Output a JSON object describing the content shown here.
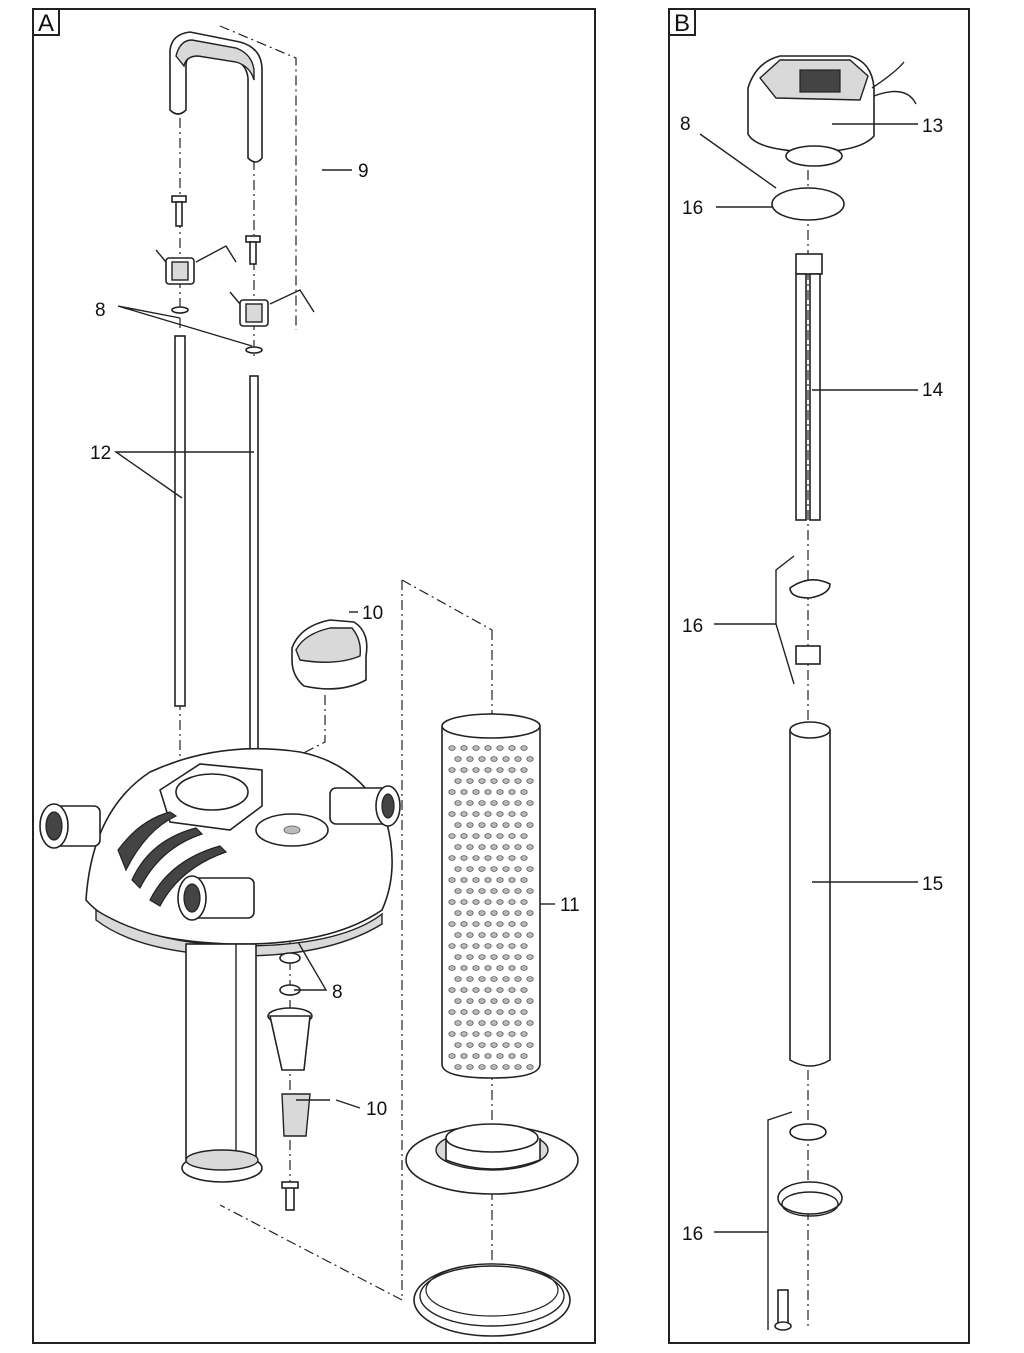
{
  "panels": {
    "a": {
      "label": "A"
    },
    "b": {
      "label": "B"
    }
  },
  "callouts_a": {
    "c9": "9",
    "c8_top": "8",
    "c12": "12",
    "c10_top": "10",
    "c11": "11",
    "c8_mid": "8",
    "c10_bottom": "10"
  },
  "callouts_b": {
    "c8": "8",
    "c13": "13",
    "c16_top": "16",
    "c14": "14",
    "c16_mid": "16",
    "c15": "15",
    "c16_bottom": "16"
  }
}
